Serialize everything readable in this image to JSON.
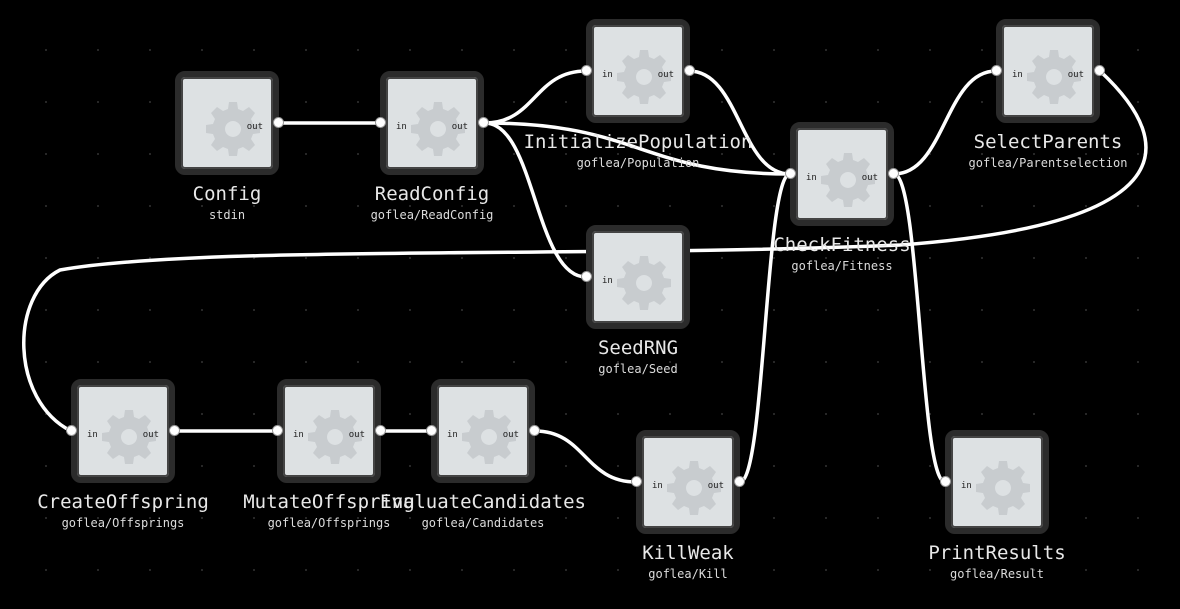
{
  "ports": {
    "in": "in",
    "out": "out"
  },
  "nodes": [
    {
      "id": "config",
      "title": "Config",
      "subtitle": "stdin"
    },
    {
      "id": "readconfig",
      "title": "ReadConfig",
      "subtitle": "goflea/ReadConfig"
    },
    {
      "id": "initpop",
      "title": "InitializePopulation",
      "subtitle": "goflea/Population"
    },
    {
      "id": "seedrng",
      "title": "SeedRNG",
      "subtitle": "goflea/Seed"
    },
    {
      "id": "checkfitness",
      "title": "CheckFitness",
      "subtitle": "goflea/Fitness"
    },
    {
      "id": "selectparents",
      "title": "SelectParents",
      "subtitle": "goflea/Parentselection"
    },
    {
      "id": "createoffspring",
      "title": "CreateOffspring",
      "subtitle": "goflea/Offsprings"
    },
    {
      "id": "mutateoffspring",
      "title": "MutateOffspring",
      "subtitle": "goflea/Offsprings"
    },
    {
      "id": "evaluatecandidates",
      "title": "EvaluateCandidates",
      "subtitle": "goflea/Candidates"
    },
    {
      "id": "killweak",
      "title": "KillWeak",
      "subtitle": "goflea/Kill"
    },
    {
      "id": "printresults",
      "title": "PrintResults",
      "subtitle": "goflea/Result"
    }
  ]
}
